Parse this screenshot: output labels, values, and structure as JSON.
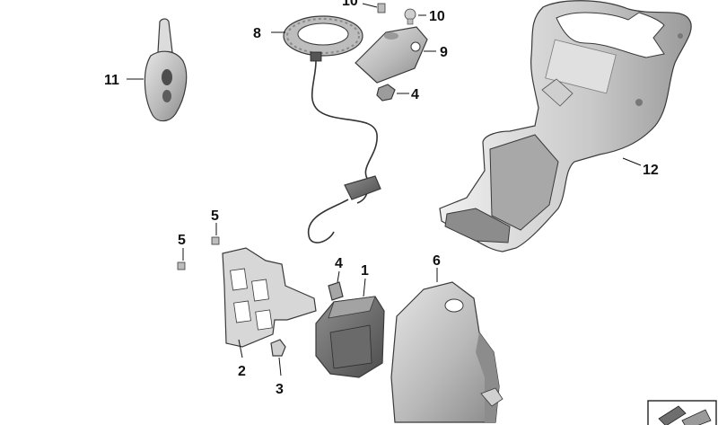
{
  "diagram": {
    "callouts": [
      {
        "id": "c1",
        "label": "1"
      },
      {
        "id": "c2",
        "label": "2"
      },
      {
        "id": "c3",
        "label": "3"
      },
      {
        "id": "c4a",
        "label": "4"
      },
      {
        "id": "c4b",
        "label": "4"
      },
      {
        "id": "c5a",
        "label": "5"
      },
      {
        "id": "c5b",
        "label": "5"
      },
      {
        "id": "c6",
        "label": "6"
      },
      {
        "id": "c8",
        "label": "8"
      },
      {
        "id": "c9",
        "label": "9"
      },
      {
        "id": "c10a",
        "label": "10"
      },
      {
        "id": "c10b",
        "label": "10"
      },
      {
        "id": "c11",
        "label": "11"
      },
      {
        "id": "c12",
        "label": "12"
      }
    ],
    "colors": {
      "part_fill_light": "#d9d9d9",
      "part_fill_mid": "#b5b5b5",
      "part_fill_dark": "#6e6e6e",
      "outline": "#3a3a3a",
      "text": "#111111"
    }
  }
}
